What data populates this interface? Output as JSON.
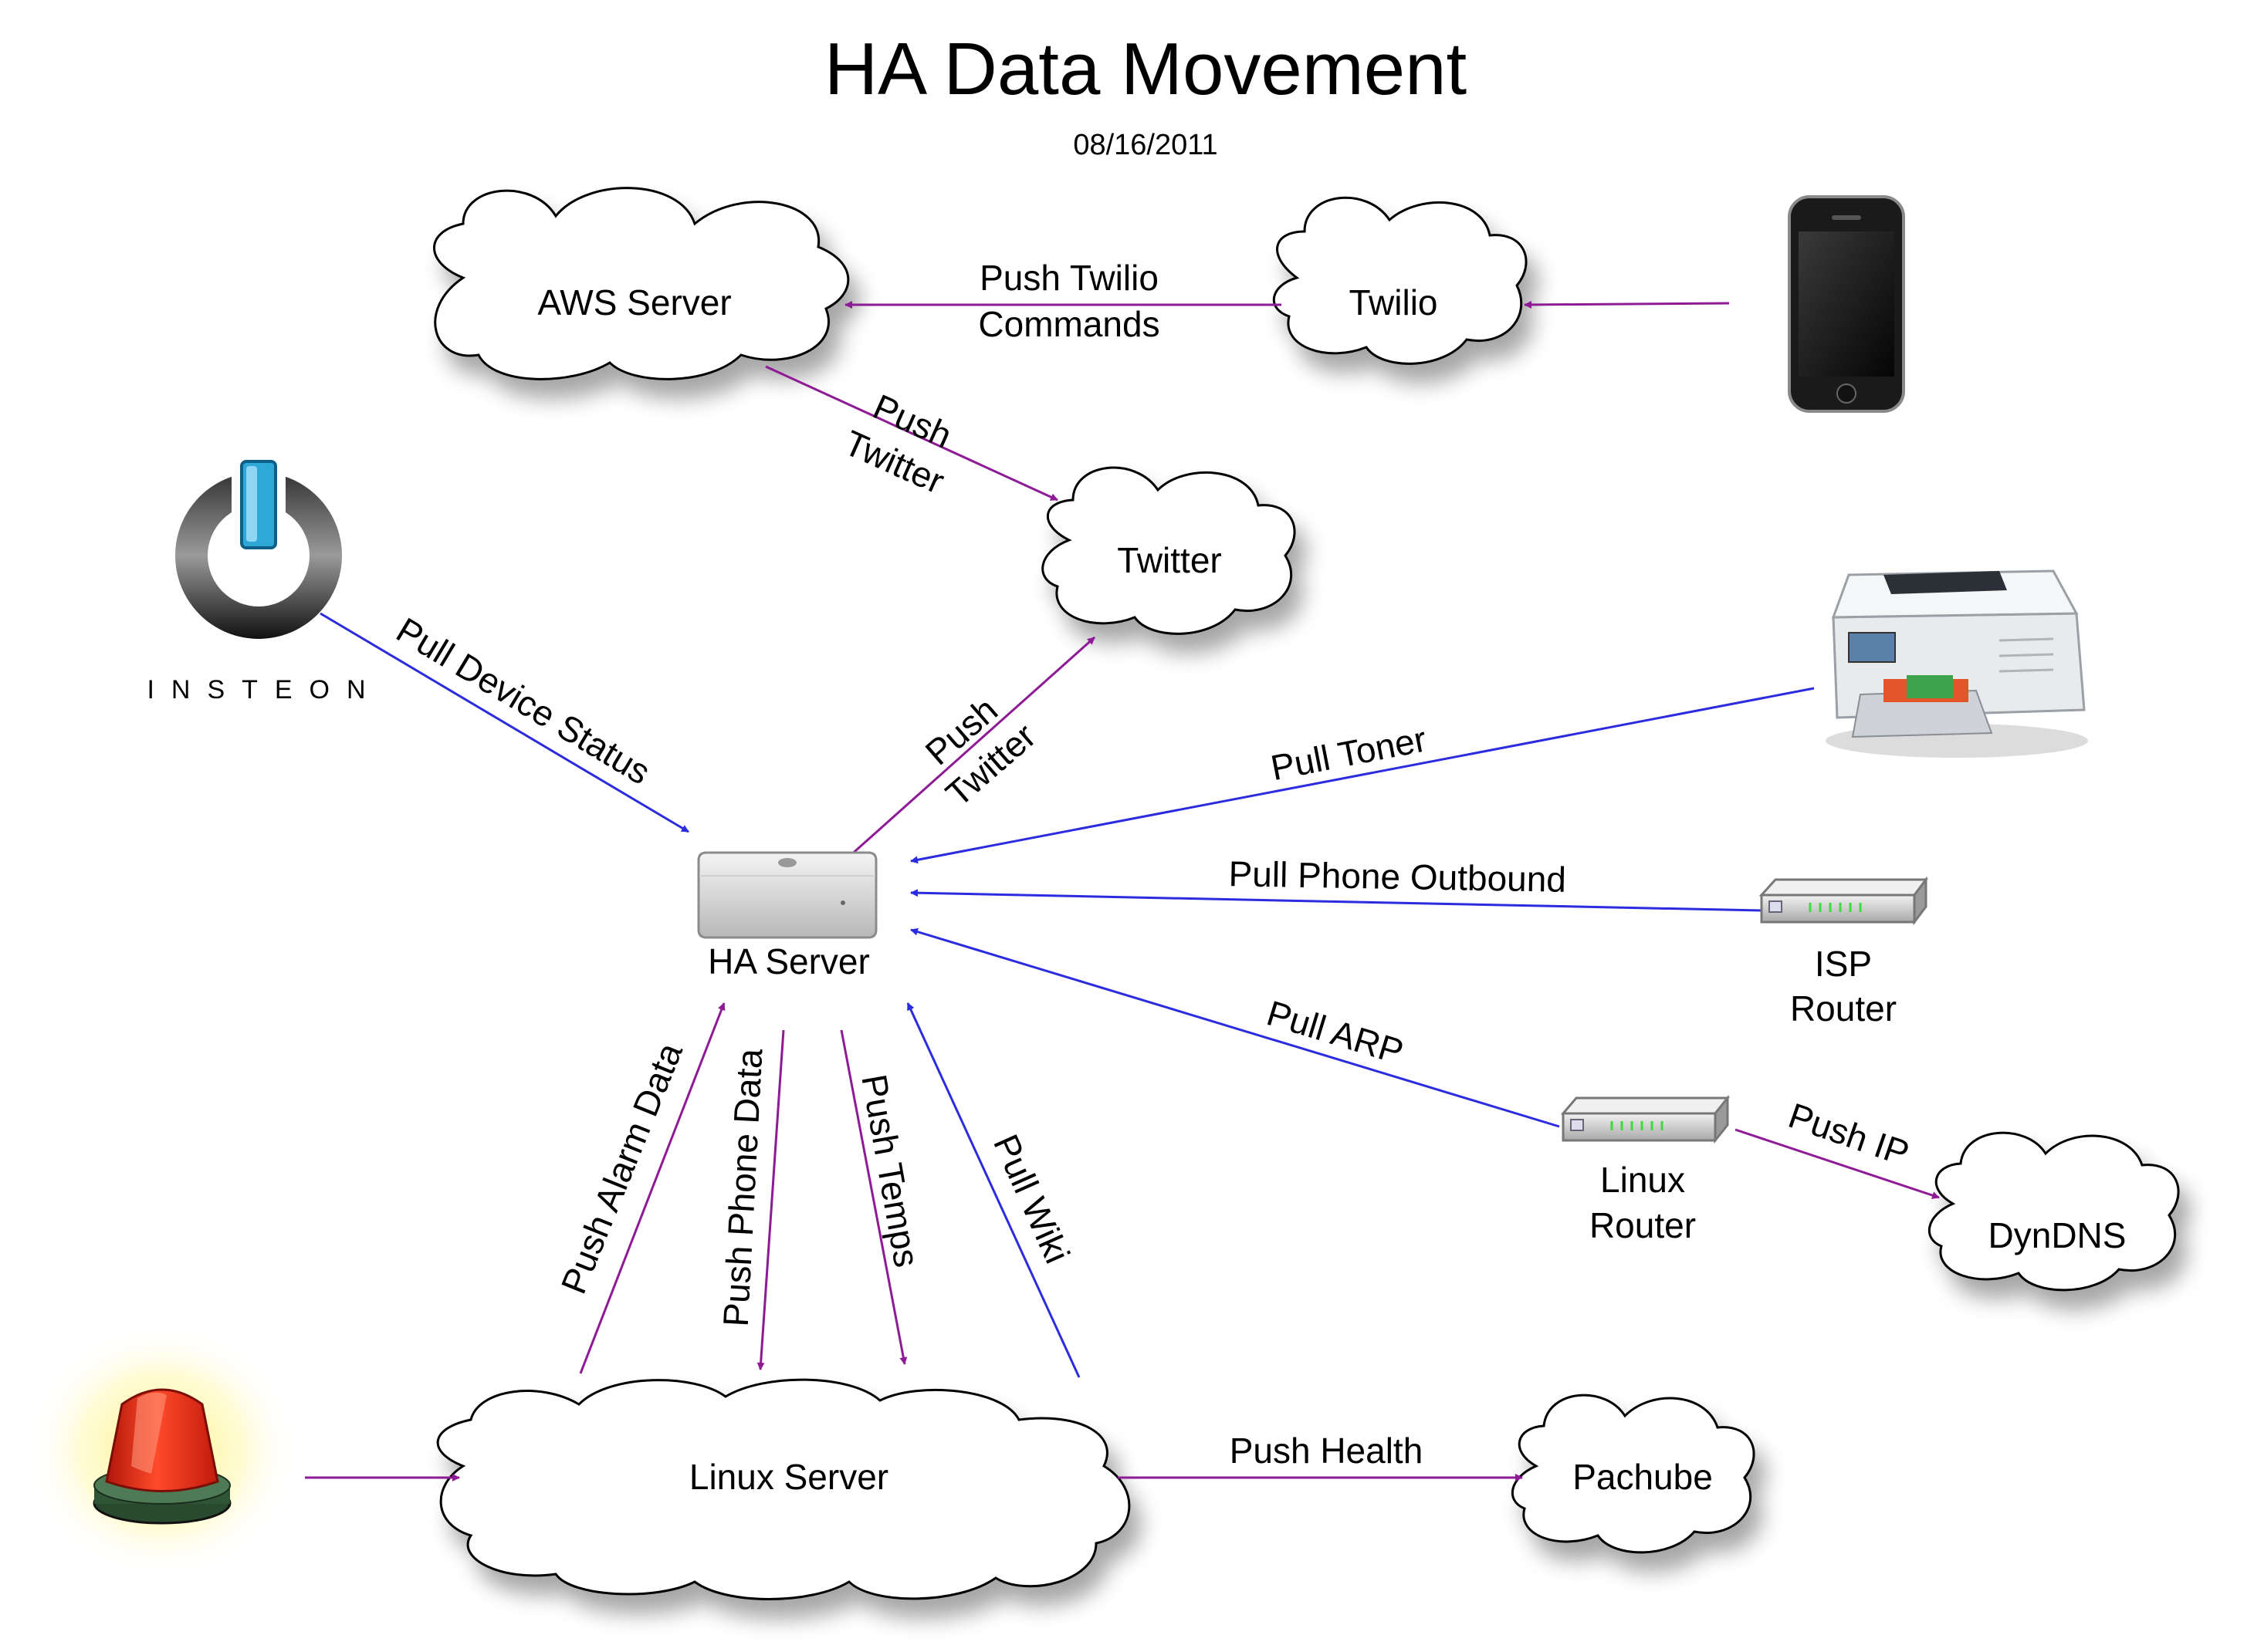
{
  "title": "HA Data Movement",
  "date": "08/16/2011",
  "nodes": {
    "aws": "AWS Server",
    "twilio": "Twilio",
    "twitter": "Twitter",
    "ha_server": "HA Server",
    "linux_server": "Linux Server",
    "pachube": "Pachube",
    "dyndns": "DynDNS",
    "isp_router_line1": "ISP",
    "isp_router_line2": "Router",
    "linux_router_line1": "Linux",
    "linux_router_line2": "Router",
    "insteon_logo_text": "INSTEON"
  },
  "edges": {
    "push_twilio_line1": "Push Twilio",
    "push_twilio_line2": "Commands",
    "push_twitter_aws_line1": "Push",
    "push_twitter_aws_line2": "Twitter",
    "push_twitter_ha_line1": "Push",
    "push_twitter_ha_line2": "Twitter",
    "pull_device_status": "Pull Device Status",
    "pull_toner": "Pull Toner",
    "pull_phone_outbound": "Pull Phone Outbound",
    "pull_arp": "Pull ARP",
    "push_ip": "Push IP",
    "push_alarm_data": "Push Alarm Data",
    "push_phone_data": "Push Phone Data",
    "push_temps": "Push Temps",
    "pull_wiki": "Pull Wiki",
    "push_health": "Push Health"
  },
  "colors": {
    "push": "#8e1a96",
    "pull": "#2b2be0"
  },
  "icons": [
    "smartphone-icon",
    "insteon-power-icon",
    "printer-icon",
    "router-icon",
    "mac-mini-icon",
    "alarm-beacon-icon"
  ]
}
